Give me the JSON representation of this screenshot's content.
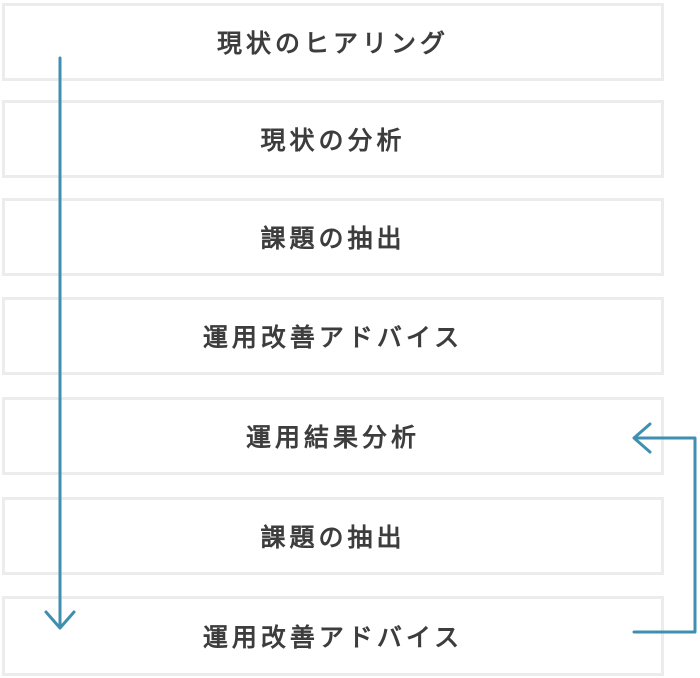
{
  "steps": [
    {
      "label": "現状のヒアリング"
    },
    {
      "label": "現状の分析"
    },
    {
      "label": "課題の抽出"
    },
    {
      "label": "運用改善アドバイス"
    },
    {
      "label": "運用結果分析"
    },
    {
      "label": "課題の抽出"
    },
    {
      "label": "運用改善アドバイス"
    }
  ],
  "colors": {
    "arrow": "#3f8fb0",
    "box_border": "#ececec",
    "text": "#3d3d3d"
  }
}
